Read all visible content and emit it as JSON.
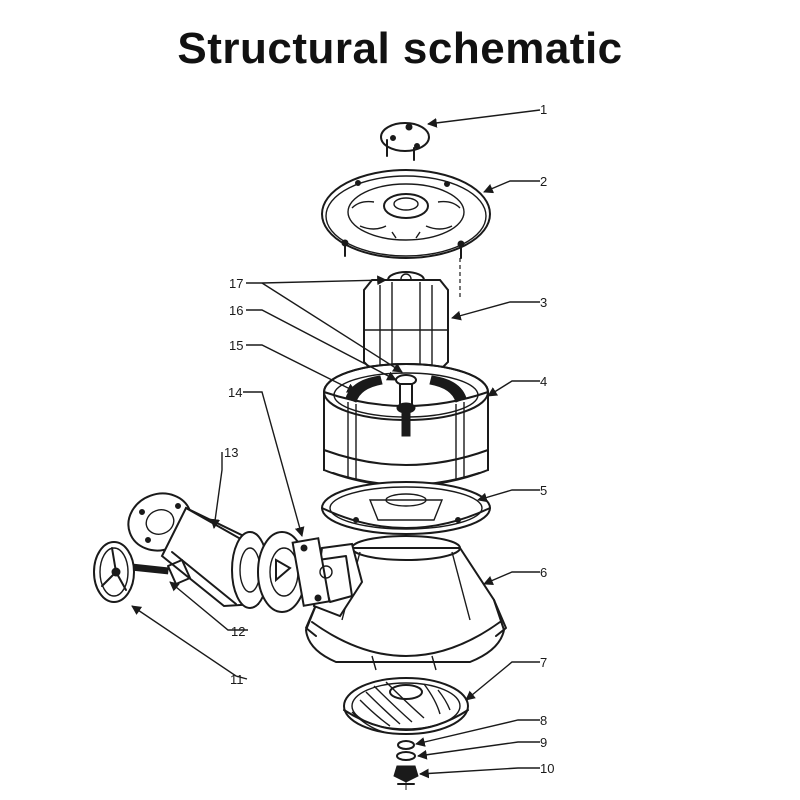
{
  "title": "Structural schematic",
  "callouts": [
    {
      "id": "1",
      "label": "1"
    },
    {
      "id": "2",
      "label": "2"
    },
    {
      "id": "3",
      "label": "3"
    },
    {
      "id": "4",
      "label": "4"
    },
    {
      "id": "5",
      "label": "5"
    },
    {
      "id": "6",
      "label": "6"
    },
    {
      "id": "7",
      "label": "7"
    },
    {
      "id": "8",
      "label": "8"
    },
    {
      "id": "9",
      "label": "9"
    },
    {
      "id": "10",
      "label": "10"
    },
    {
      "id": "11",
      "label": "11"
    },
    {
      "id": "12",
      "label": "12"
    },
    {
      "id": "13",
      "label": "13"
    },
    {
      "id": "14",
      "label": "14"
    },
    {
      "id": "15",
      "label": "15"
    },
    {
      "id": "16",
      "label": "16"
    },
    {
      "id": "17",
      "label": "17"
    }
  ]
}
